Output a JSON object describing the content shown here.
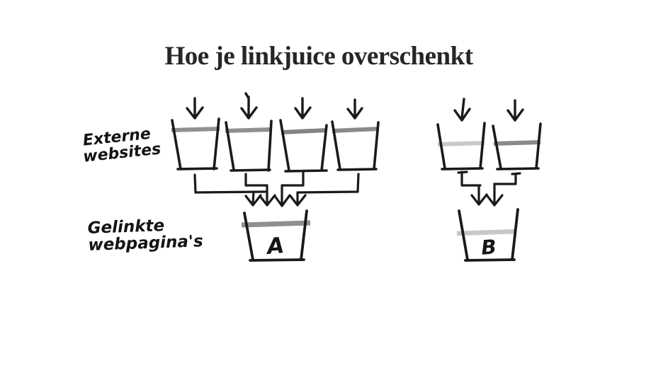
{
  "title": "Hoe je linkjuice overschenkt",
  "labels": {
    "externe_websites": {
      "line1": "Externe",
      "line2": "websites"
    },
    "gelinkte_webpaginas": {
      "line1": "Gelinkte",
      "line2": "webpagina's"
    }
  },
  "buckets": {
    "group_a_sources": [
      {
        "name": "external-site-1",
        "fill_level": "full",
        "fill_color": "#909090"
      },
      {
        "name": "external-site-2",
        "fill_level": "full",
        "fill_color": "#8f8f8f"
      },
      {
        "name": "external-site-3",
        "fill_level": "full",
        "fill_color": "#848484"
      },
      {
        "name": "external-site-4",
        "fill_level": "full",
        "fill_color": "#8a8a8a"
      }
    ],
    "group_b_sources": [
      {
        "name": "external-site-5",
        "fill_level": "partial",
        "fill_color": "#c9c9c9"
      },
      {
        "name": "external-site-6",
        "fill_level": "partial",
        "fill_color": "#8a8a8a"
      }
    ],
    "target_a": {
      "letter": "A",
      "fill_level": "full",
      "fill_color": "#8f8f8f"
    },
    "target_b": {
      "letter": "B",
      "fill_level": "high",
      "fill_color": "#c8c8c8"
    }
  },
  "colors": {
    "ink": "#1a1a1a",
    "title": "#262626",
    "background": "#ffffff"
  }
}
